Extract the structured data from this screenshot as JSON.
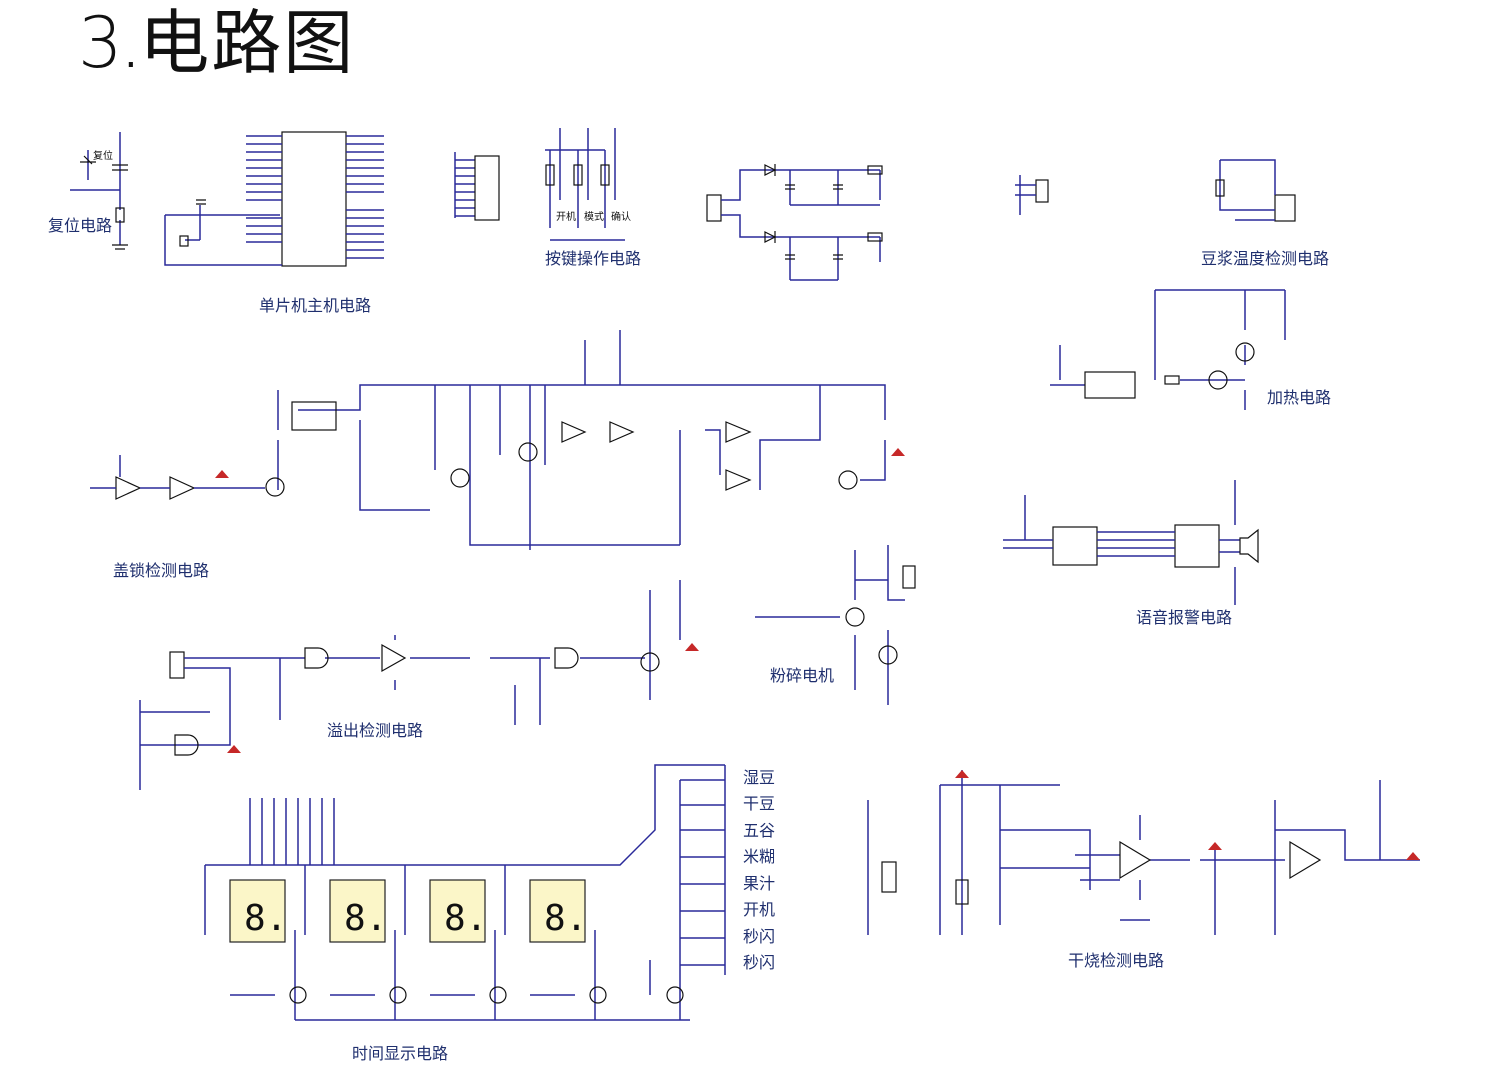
{
  "title": {
    "number": "3",
    "dot": ".",
    "text": "电路图"
  },
  "sections": {
    "reset": "复位电路",
    "mcu": "单片机主机电路",
    "keys": "按键操作电路",
    "soy_temp": "豆浆温度检测电路",
    "heating": "加热电路",
    "lid": "盖锁检测电路",
    "grinder": "粉碎电机",
    "voice": "语音报警电路",
    "overflow": "溢出检测电路",
    "time_display": "时间显示电路",
    "dry_burn": "干烧检测电路"
  },
  "labels": {
    "reset_button": "复位",
    "key_start": "开机",
    "key_mode": "模式",
    "key_confirm": "确认"
  },
  "mode_leds": [
    "湿豆",
    "干豆",
    "五谷",
    "米糊",
    "果汁",
    "开机",
    "秒闪",
    "秒闪"
  ],
  "seven_seg_digit": "8.",
  "colors": {
    "wire": "#2a2a9a",
    "caption": "#1f2f6e",
    "power_flag": "#c62828",
    "segment_bg": "#fbf6c8"
  }
}
